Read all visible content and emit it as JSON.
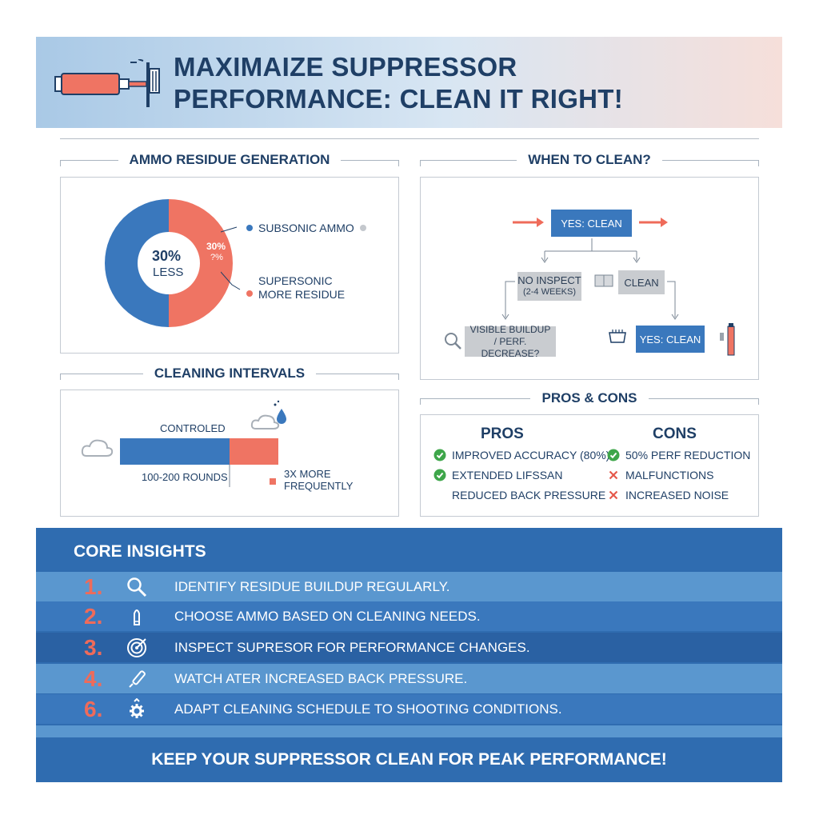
{
  "header": {
    "title_line1": "MAXIMAIZE SUPPRESSOR",
    "title_line2": "PERFORMANCE: CLEAN IT RIGHT!"
  },
  "residue": {
    "title": "AMMO RESIDUE GENERATION",
    "center_pct": "30%",
    "center_text": "LESS",
    "slice_label_1": "30%",
    "slice_label_2": "?%",
    "legend_1": "SUBSONIC AMMO",
    "legend_2_line1": "SUPERSONIC",
    "legend_2_line2": "MORE RESIDUE",
    "colors": {
      "subsonic": "#3a78bd",
      "supersonic": "#ef7463"
    }
  },
  "when": {
    "title": "WHEN TO CLEAN?",
    "box_yes_top": "YES: CLEAN",
    "box_no_inspect_line1": "NO INSPECT",
    "box_no_inspect_line2": "(2-4 WEEKS)",
    "box_clean": "CLEAN",
    "box_visible_line1": "VISIBLE BUILDUP",
    "box_visible_line2": "/ PERF. DECREASE?",
    "box_yes_bottom": "YES: CLEAN"
  },
  "intervals": {
    "title": "CLEANING INTERVALS",
    "bar_label": "CONTROLED",
    "rounds": "100-200 ROUNDS",
    "more_line1": "3X MORE",
    "more_line2": "FREQUENTLY"
  },
  "proscons": {
    "title": "PROS & CONS",
    "pros_title": "PROS",
    "cons_title": "CONS",
    "pros": [
      "IMPROVED ACCURACY (80%)",
      "EXTENDED LIFSSAN",
      "REDUCED BACK PRESSURE"
    ],
    "cons": [
      "50% PERF REDUCTION",
      "MALFUNCTIONS",
      "INCREASED NOISE"
    ]
  },
  "insights": {
    "title": "CORE INSIGHTS",
    "items": [
      {
        "num": "1.",
        "icon": "magnifier-icon",
        "text": "IDENTIFY RESIDUE BUILDUP REGULARLY."
      },
      {
        "num": "2.",
        "icon": "bullet-icon",
        "text": "CHOOSE AMMO BASED ON CLEANING NEEDS."
      },
      {
        "num": "3.",
        "icon": "target-icon",
        "text": "INSPECT SUPRESOR FOR PERFORMANCE CHANGES."
      },
      {
        "num": "4.",
        "icon": "brush-icon",
        "text": "WATCH ATER INCREASED BACK PRESSURE."
      },
      {
        "num": "6.",
        "icon": "gear-icon",
        "text": "ADAPT CLEANING SCHEDULE TO SHOOTING CONDITIONS."
      }
    ],
    "footer": "KEEP YOUR SUPPRESSOR CLEAN FOR PEAK PERFORMANCE!"
  }
}
